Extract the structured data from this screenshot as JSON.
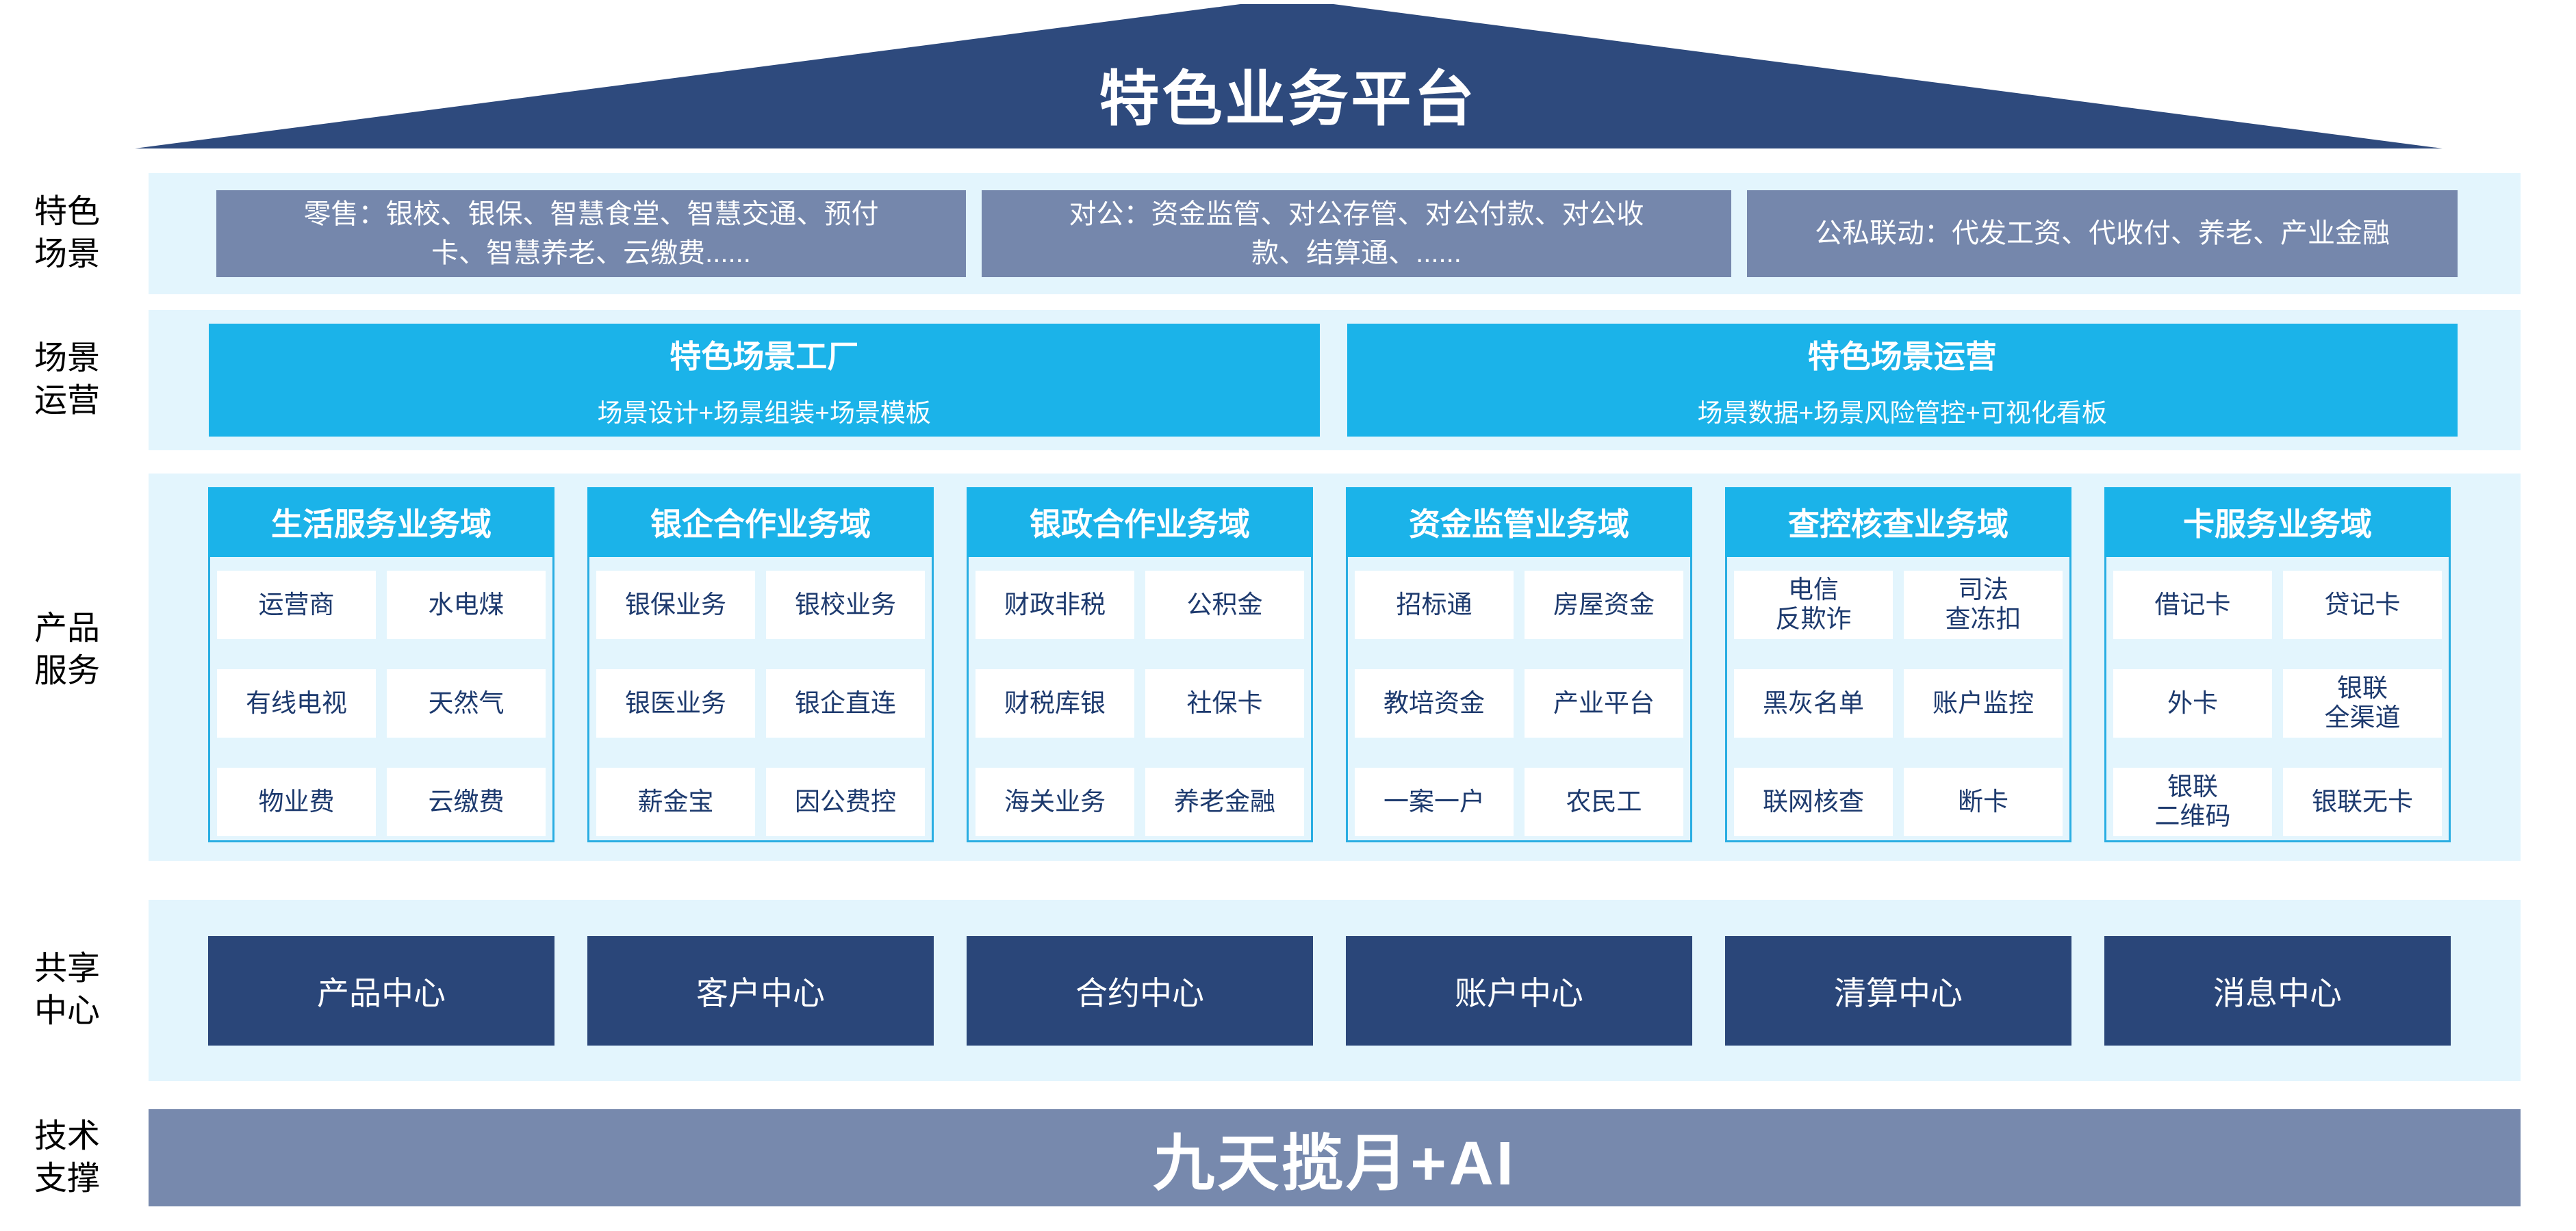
{
  "roof": {
    "title": "特色业务平台"
  },
  "rows": {
    "scene": {
      "side_label": "特色\n场景",
      "boxes": [
        "零售：银校、银保、智慧食堂、智慧交通、预付\n卡、智慧养老、云缴费......",
        "对公：资金监管、对公存管、对公付款、对公收\n款、结算通、......",
        "公私联动：代发工资、代收付、养老、产业金融"
      ]
    },
    "operation": {
      "side_label": "场景\n运营",
      "boxes": [
        {
          "title": "特色场景工厂",
          "subtitle": "场景设计+场景组装+场景模板"
        },
        {
          "title": "特色场景运营",
          "subtitle": "场景数据+场景风险管控+可视化看板"
        }
      ]
    },
    "product": {
      "side_label": "产品\n服务",
      "columns": [
        {
          "header": "生活服务业务域",
          "cells": [
            "运营商",
            "水电煤",
            "有线电视",
            "天然气",
            "物业费",
            "云缴费"
          ]
        },
        {
          "header": "银企合作业务域",
          "cells": [
            "银保业务",
            "银校业务",
            "银医业务",
            "银企直连",
            "薪金宝",
            "因公费控"
          ]
        },
        {
          "header": "银政合作业务域",
          "cells": [
            "财政非税",
            "公积金",
            "财税库银",
            "社保卡",
            "海关业务",
            "养老金融"
          ]
        },
        {
          "header": "资金监管业务域",
          "cells": [
            "招标通",
            "房屋资金",
            "教培资金",
            "产业平台",
            "一案一户",
            "农民工"
          ]
        },
        {
          "header": "查控核查业务域",
          "cells": [
            "电信\n反欺诈",
            "司法\n查冻扣",
            "黑灰名单",
            "账户监控",
            "联网核查",
            "断卡"
          ]
        },
        {
          "header": "卡服务业务域",
          "cells": [
            "借记卡",
            "贷记卡",
            "外卡",
            "银联\n全渠道",
            "银联\n二维码",
            "银联无卡"
          ]
        }
      ]
    },
    "shared": {
      "side_label": "共享\n中心",
      "centers": [
        "产品中心",
        "客户中心",
        "合约中心",
        "账户中心",
        "清算中心",
        "消息中心"
      ]
    },
    "tech": {
      "side_label": "技术\n支撑",
      "banner": "九天揽月+AI"
    }
  },
  "colors": {
    "roof_navy": "#2E4A7D",
    "scene_box_gray": "#7587AC",
    "band_light_blue": "#E3F5FD",
    "cyan": "#1BB3E9",
    "panel_border_cyan": "#29ADE2",
    "cell_text_navy": "#1D3A6E",
    "center_navy": "#2A4679",
    "tech_bar_gray_blue": "#7789AD"
  }
}
